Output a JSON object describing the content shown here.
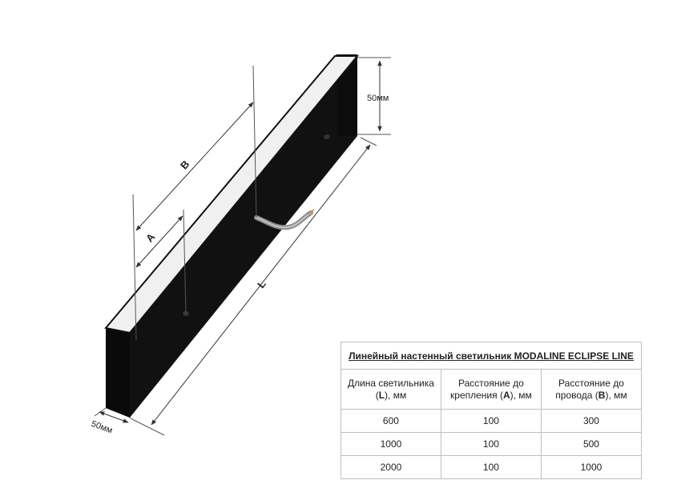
{
  "diagram": {
    "labels": {
      "length": "L",
      "distance_a": "A",
      "distance_b": "B",
      "height": "50мм",
      "width": "50мм"
    }
  },
  "table": {
    "title": "Линейный настенный светильник MODALINE ECLIPSE LINE",
    "headers": [
      {
        "line1": "Длина светильника",
        "line2_pre": "(",
        "line2_bold": "L",
        "line2_post": "), мм"
      },
      {
        "line1": "Расстояние до",
        "line2_pre": "крепления (",
        "line2_bold": "A",
        "line2_post": "), мм"
      },
      {
        "line1": "Расстояние до",
        "line2_pre": "провода (",
        "line2_bold": "B",
        "line2_post": "), мм"
      }
    ],
    "rows": [
      [
        "600",
        "100",
        "300"
      ],
      [
        "1000",
        "100",
        "500"
      ],
      [
        "2000",
        "100",
        "1000"
      ]
    ]
  },
  "colors": {
    "body": "#111111",
    "face": "#f0f0f0",
    "cable": "#9a9a9a",
    "line": "#333333"
  }
}
